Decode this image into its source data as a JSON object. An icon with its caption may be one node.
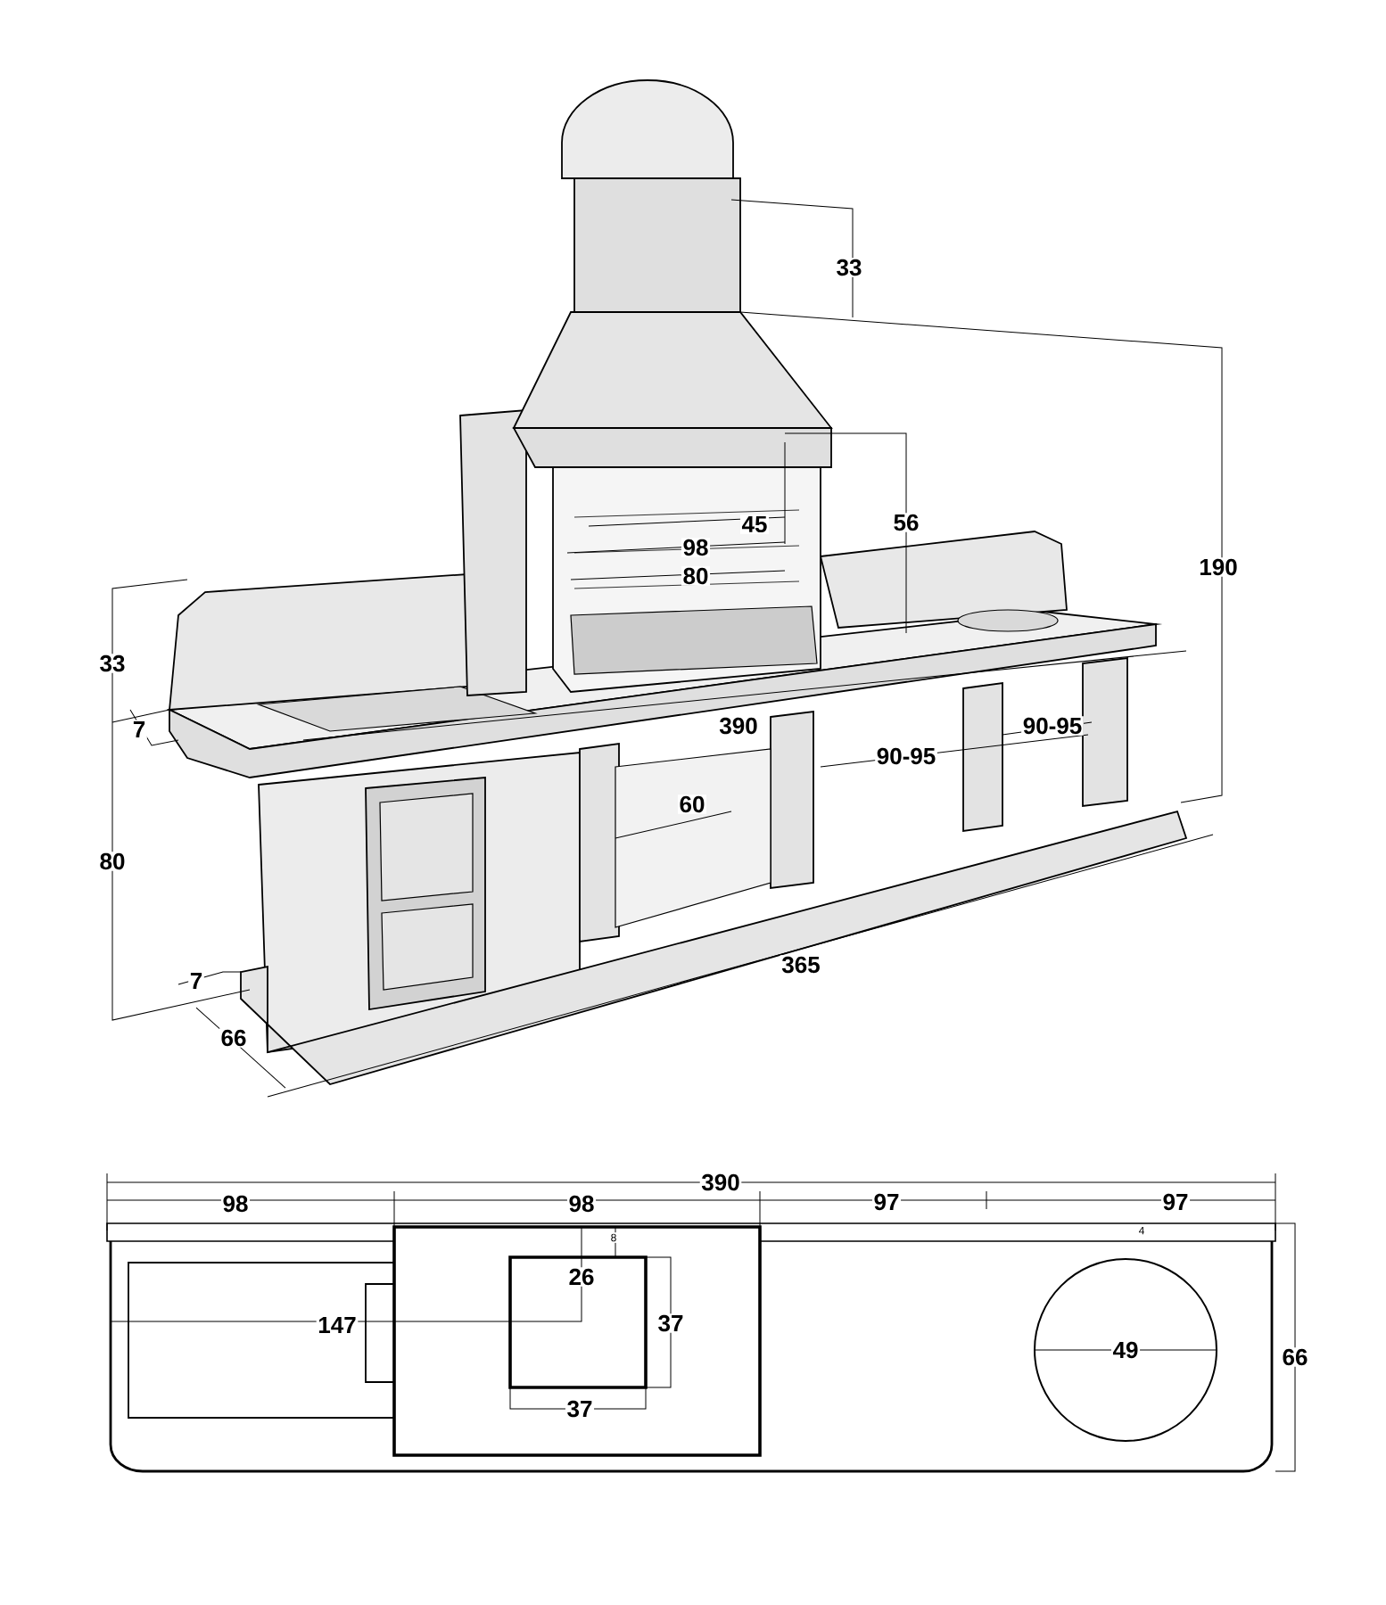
{
  "diagram": {
    "labels": [
      "33",
      "190",
      "56",
      "45",
      "98",
      "80",
      "33",
      "390",
      "90-95",
      "7",
      "90-95",
      "60",
      "80",
      "365",
      "7",
      "66",
      "390",
      "98",
      "98",
      "97",
      "97",
      "8",
      "4",
      "26",
      "147",
      "37",
      "49",
      "66",
      "37"
    ]
  }
}
